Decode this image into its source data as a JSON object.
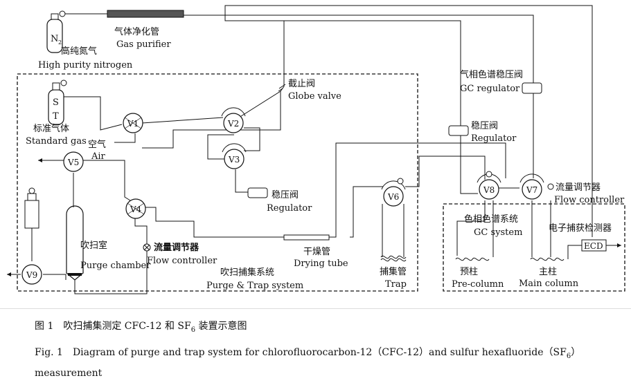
{
  "labels": {
    "n2_symbol": "N",
    "n2_sub": "2",
    "st_symbol_s": "S",
    "st_symbol_t": "T",
    "gas_purifier_zh": "气体净化管",
    "gas_purifier_en": "Gas purifier",
    "nitrogen_zh": "高纯氮气",
    "nitrogen_en": "High purity nitrogen",
    "globe_valve_zh": "截止阀",
    "globe_valve_en": "Globe valve",
    "gc_regulator_zh": "气相色谱稳压阀",
    "gc_regulator_en": "GC regulator",
    "regulator_zh_right": "稳压阀",
    "regulator_en_right": "Regulator",
    "standard_gas_zh": "标准气体",
    "standard_gas_en": "Standard gas",
    "air_zh": "空气",
    "air_en": "Air",
    "regulator_zh_mid": "稳压阀",
    "regulator_en_mid": "Regulator",
    "flow_controller_zh_right": "流量调节器",
    "flow_controller_en_right": "Flow controller",
    "gc_system_zh": "色相色谱系统",
    "gc_system_en": "GC system",
    "ecd_zh": "电子捕获检测器",
    "ecd_box": "ECD",
    "purge_chamber_zh": "吹扫室",
    "purge_chamber_en": "Purge chamber",
    "flow_controller_zh_left": "流量调节器",
    "flow_controller_en_left": "Flow controller",
    "pt_system_zh": "吹扫捕集系统",
    "pt_system_en": "Purge & Trap system",
    "drying_tube_zh": "干燥管",
    "drying_tube_en": "Drying tube",
    "trap_zh": "捕集管",
    "trap_en": "Trap",
    "precolumn_zh": "预柱",
    "precolumn_en": "Pre-column",
    "main_column_zh": "主柱",
    "main_column_en": "Main column"
  },
  "valves": {
    "v1": "V1",
    "v2": "V2",
    "v3": "V3",
    "v4": "V4",
    "v5": "V5",
    "v6": "V6",
    "v7": "V7",
    "v8": "V8",
    "v9": "V9"
  },
  "caption": {
    "zh_prefix": "图 1　吹扫捕集测定 CFC-12 和 SF",
    "zh_sub": "6",
    "zh_suffix": " 装置示意图",
    "en_prefix": "Fig. 1　Diagram of purge and trap system for chlorofluorocarbon-12（CFC-12）and sulfur hexafluoride（SF",
    "en_sub": "6",
    "en_suffix": "）",
    "en_line2": "measurement"
  }
}
